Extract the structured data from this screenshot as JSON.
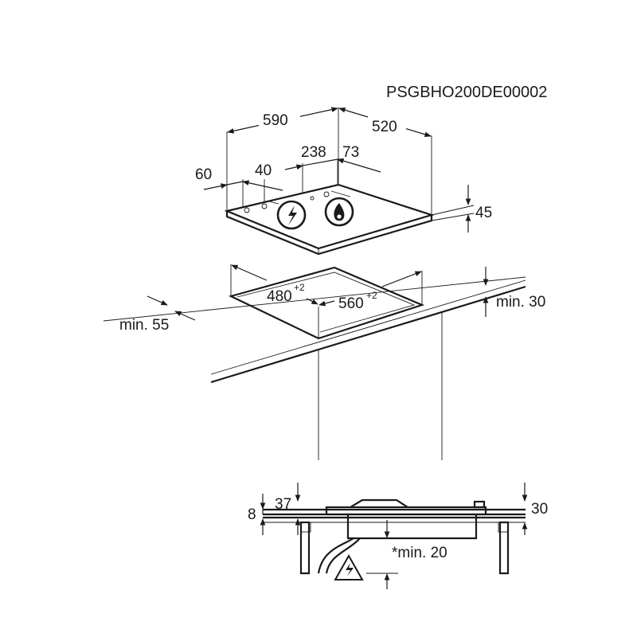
{
  "reference_code": "PSGBHO200DE00002",
  "hob_dimensions": {
    "width": "590",
    "depth": "520",
    "burner_offset": "238",
    "right_margin": "73",
    "left_margin": "60",
    "control_offset": "40",
    "height": "45"
  },
  "cutout_dimensions": {
    "depth": "480",
    "depth_tolerance": "+2",
    "width": "560",
    "width_tolerance": "+2",
    "min_front": "min. 55",
    "min_side": "min. 30"
  },
  "section_dimensions": {
    "left_thickness": "8",
    "lip": "37",
    "worktop": "30",
    "clearance": "*min. 20"
  },
  "icons": {
    "electric": "lightning-bolt-icon",
    "gas": "flame-icon",
    "warning": "high-voltage-warning-icon"
  }
}
